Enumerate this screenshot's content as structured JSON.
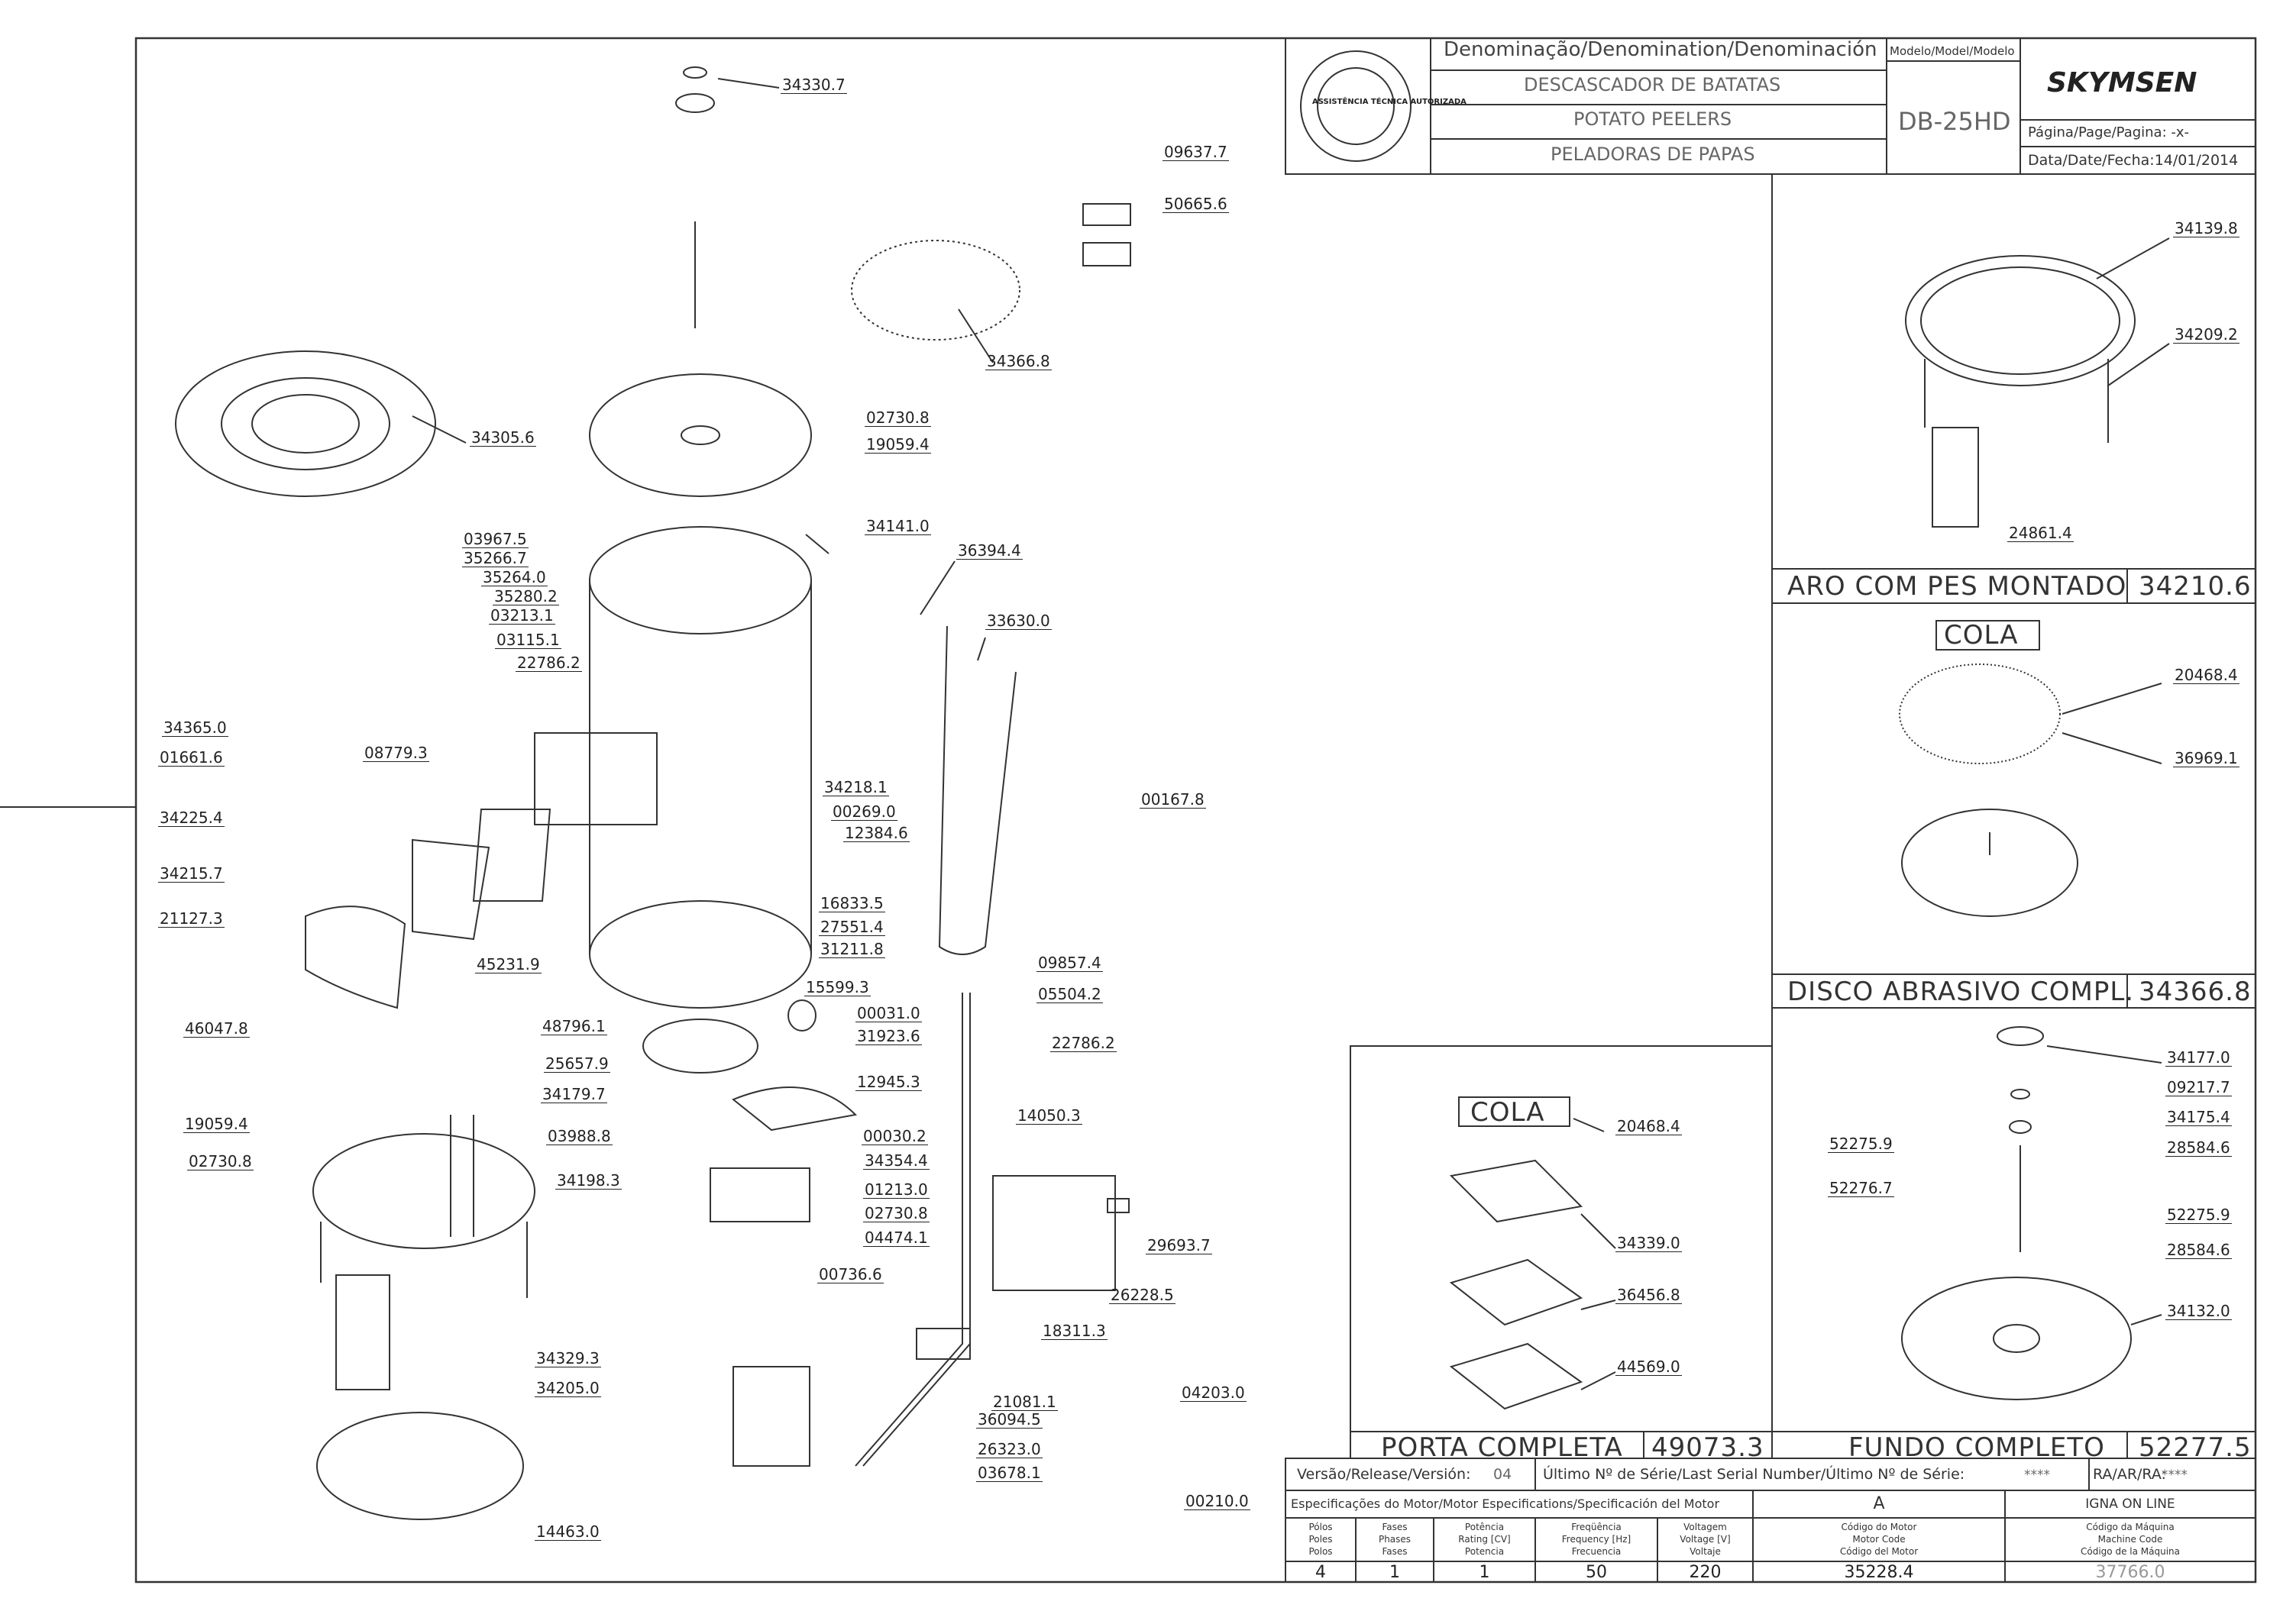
{
  "title_block": {
    "stamp_text": "ASSISTÊNCIA TÉCNICA AUTORIZADA",
    "denomination_header": "Denominação/Denomination/Denominación",
    "name_pt": "DESCASCADOR DE BATATAS",
    "name_en": "POTATO PEELERS",
    "name_es": "PELADORAS DE PAPAS",
    "model_header": "Modelo/Model/Modelo",
    "model": "DB-25HD",
    "brand": "SKYMSEN",
    "page": "Página/Page/Pagina: -x-",
    "date": "Data/Date/Fecha:14/01/2014"
  },
  "part_labels": [
    "34330.7",
    "09637.7",
    "50665.6",
    "34366.8",
    "34305.6",
    "02730.8",
    "19059.4",
    "34141.0",
    "36394.4",
    "03967.5",
    "35266.7",
    "35264.0",
    "35280.2",
    "03213.1",
    "33630.0",
    "03115.1",
    "22786.2",
    "34365.0",
    "01661.6",
    "08779.3",
    "34218.1",
    "00269.0",
    "12384.6",
    "00167.8",
    "34225.4",
    "34215.7",
    "21127.3",
    "16833.5",
    "27551.4",
    "31211.8",
    "45231.9",
    "15599.3",
    "09857.4",
    "05504.2",
    "46047.8",
    "48796.1",
    "00031.0",
    "31923.6",
    "22786.2",
    "25657.9",
    "12945.3",
    "34179.7",
    "19059.4",
    "03988.8",
    "00030.2",
    "14050.3",
    "34354.4",
    "02730.8",
    "34198.3",
    "01213.0",
    "02730.8",
    "29693.7",
    "04474.1",
    "00736.6",
    "26228.5",
    "18311.3",
    "34329.3",
    "34205.0",
    "21081.1",
    "04203.0",
    "36094.5",
    "26323.0",
    "03678.1",
    "00210.0",
    "14463.0"
  ],
  "aro": {
    "labels": [
      "34139.8",
      "34209.2",
      "24861.4"
    ],
    "title": "ARO COM PES MONTADO",
    "code": "34210.6"
  },
  "disco": {
    "cola": "COLA",
    "labels": [
      "20468.4",
      "36969.1"
    ],
    "title": "DISCO ABRASIVO COMPL.",
    "code": "34366.8"
  },
  "porta": {
    "cola": "COLA",
    "labels": [
      "20468.4",
      "34339.0",
      "36456.8",
      "44569.0"
    ],
    "title": "PORTA COMPLETA",
    "code": "49073.3"
  },
  "fundo": {
    "labels": [
      "34177.0",
      "09217.7",
      "34175.4",
      "52275.9",
      "28584.6",
      "52276.7",
      "52275.9",
      "28584.6",
      "34132.0"
    ],
    "title": "FUNDO COMPLETO",
    "code": "52277.5"
  },
  "bottom": {
    "version_label": "Versão/Release/Versión:",
    "version": "04",
    "serial_label": "Último Nº de Série/Last Serial Number/Último Nº de Série:",
    "serial": "****",
    "ra_label": "RA/AR/RA:",
    "ra": "****",
    "motor_spec": "Especificações do Motor/Motor Especifications/Specificación del Motor",
    "a": "A",
    "igna": "IGNA ON LINE",
    "headers": [
      [
        "Pólos",
        "Poles",
        "Polos"
      ],
      [
        "Fases",
        "Phases",
        "Fases"
      ],
      [
        "Potência",
        "Rating [CV]",
        "Potencia"
      ],
      [
        "Freqüência",
        "Frequency [Hz]",
        "Frecuencia"
      ],
      [
        "Voltagem",
        "Voltage [V]",
        "Voltaje"
      ],
      [
        "Código do Motor",
        "Motor Code",
        "Código del Motor"
      ],
      [
        "Código da Máquina",
        "Machine Code",
        "Código de la Máquina"
      ]
    ],
    "values": [
      "4",
      "1",
      "1",
      "50",
      "220",
      "35228.4",
      "37766.0"
    ]
  }
}
